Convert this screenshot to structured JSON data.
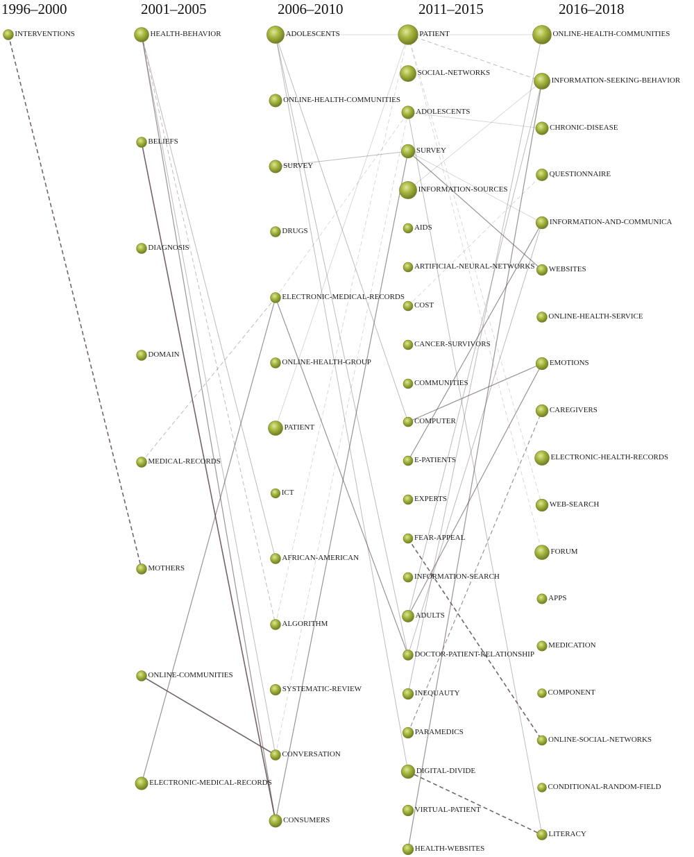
{
  "periods": [
    "1996–2000",
    "2001–2005",
    "2006–2010",
    "2011–2015",
    "2016–2018"
  ],
  "columns": [
    {
      "period": "1996–2000",
      "nodes": [
        {
          "label": "INTERVENTIONS",
          "size": 1
        }
      ]
    },
    {
      "period": "2001–2005",
      "nodes": [
        {
          "label": "HEALTH-BEHAVIOR",
          "size": 3
        },
        {
          "label": "BELIEFS",
          "size": 1
        },
        {
          "label": "DIAGNOSIS",
          "size": 1
        },
        {
          "label": "DOMAIN",
          "size": 1
        },
        {
          "label": "MEDICAL-RECORDS",
          "size": 1
        },
        {
          "label": "MOTHERS",
          "size": 1
        },
        {
          "label": "ONLINE-COMMUNITIES",
          "size": 1
        },
        {
          "label": "ELECTRONIC-MEDICAL-RECORDS",
          "size": 2
        }
      ]
    },
    {
      "period": "2006–2010",
      "nodes": [
        {
          "label": "ADOLESCENTS",
          "size": 5
        },
        {
          "label": "ONLINE-HEALTH-COMMUNITIES",
          "size": 2
        },
        {
          "label": "SURVEY",
          "size": 2
        },
        {
          "label": "DRUGS",
          "size": 1
        },
        {
          "label": "ELECTRONIC-MEDICAL-RECORDS",
          "size": 1
        },
        {
          "label": "ONLINE-HEALTH-GROUP",
          "size": 1
        },
        {
          "label": "PATIENT",
          "size": 3
        },
        {
          "label": "ICT",
          "size": 0.7
        },
        {
          "label": "AFRICAN-AMERICAN",
          "size": 1
        },
        {
          "label": "ALGORITHM",
          "size": 1
        },
        {
          "label": "SYSTEMATIC-REVIEW",
          "size": 1.2
        },
        {
          "label": "CONVERSATION",
          "size": 1
        },
        {
          "label": "CONSUMERS",
          "size": 2
        }
      ]
    },
    {
      "period": "2011–2015",
      "nodes": [
        {
          "label": "PATIENT",
          "size": 7
        },
        {
          "label": "SOCIAL-NETWORKS",
          "size": 4
        },
        {
          "label": "ADOLESCENTS",
          "size": 2
        },
        {
          "label": "SURVEY",
          "size": 2.5
        },
        {
          "label": "INFORMATION-SOURCES",
          "size": 5
        },
        {
          "label": "AIDS",
          "size": 0.8
        },
        {
          "label": "ARTIFICIAL-NEURAL-NETWORKS",
          "size": 0.8
        },
        {
          "label": "COST",
          "size": 0.8
        },
        {
          "label": "CANCER-SURVIVORS",
          "size": 0.8
        },
        {
          "label": "COMMUNITIES",
          "size": 0.8
        },
        {
          "label": "COMPUTER",
          "size": 0.8
        },
        {
          "label": "E-PATIENTS",
          "size": 0.8
        },
        {
          "label": "EXPERTS",
          "size": 0.8
        },
        {
          "label": "FEAR-APPEAL",
          "size": 0.8
        },
        {
          "label": "INFORMATION-SEARCH",
          "size": 0.8
        },
        {
          "label": "ADULTS",
          "size": 1.6
        },
        {
          "label": "DOCTOR-PATIENT-RELATIONSHIP",
          "size": 1
        },
        {
          "label": "INEQUAUTY",
          "size": 1.2
        },
        {
          "label": "PARAMEDICS",
          "size": 1.2
        },
        {
          "label": "DIGITAL-DIVIDE",
          "size": 2.5
        },
        {
          "label": "VIRTUAL-PATIENT",
          "size": 1.2
        },
        {
          "label": "HEALTH-WEBSITES",
          "size": 1.2
        }
      ]
    },
    {
      "period": "2016–2018",
      "nodes": [
        {
          "label": "ONLINE-HEALTH-COMMUNITIES",
          "size": 6
        },
        {
          "label": "INFORMATION-SEEKING-BEHAVIOR",
          "size": 4
        },
        {
          "label": "CHRONIC-DISEASE",
          "size": 2
        },
        {
          "label": "QUESTIONNAIRE",
          "size": 1.6
        },
        {
          "label": "INFORMATION-AND-COMMUNICA",
          "size": 1.8
        },
        {
          "label": "WEBSITES",
          "size": 1.2
        },
        {
          "label": "ONLINE-HEALTH-SERVICE",
          "size": 1
        },
        {
          "label": "EMOTIONS",
          "size": 1.8
        },
        {
          "label": "CAREGIVERS",
          "size": 1.8
        },
        {
          "label": "ELECTRONIC-HEALTH-RECORDS",
          "size": 3
        },
        {
          "label": "WEB-SEARCH",
          "size": 1.8
        },
        {
          "label": "FORUM",
          "size": 3
        },
        {
          "label": "APPS",
          "size": 0.9
        },
        {
          "label": "MEDICATION",
          "size": 0.9
        },
        {
          "label": "COMPONENT",
          "size": 0.6
        },
        {
          "label": "ONLINE-SOCIAL-NETWORKS",
          "size": 0.8
        },
        {
          "label": "CONDITIONAL-RANDOM-FIELD",
          "size": 0.6
        },
        {
          "label": "LITERACY",
          "size": 1
        }
      ]
    }
  ],
  "links": [
    {
      "from": [
        0,
        0
      ],
      "to": [
        1,
        5
      ],
      "style": "dashed",
      "strength": "strong"
    },
    {
      "from": [
        1,
        0
      ],
      "to": [
        2,
        12
      ],
      "style": "solid",
      "strength": "medium"
    },
    {
      "from": [
        1,
        0
      ],
      "to": [
        2,
        11
      ],
      "style": "solid",
      "strength": "light"
    },
    {
      "from": [
        1,
        0
      ],
      "to": [
        2,
        9
      ],
      "style": "dashed",
      "strength": "light"
    },
    {
      "from": [
        1,
        0
      ],
      "to": [
        2,
        8
      ],
      "style": "solid",
      "strength": "light"
    },
    {
      "from": [
        1,
        1
      ],
      "to": [
        2,
        12
      ],
      "style": "solid",
      "strength": "strong"
    },
    {
      "from": [
        1,
        4
      ],
      "to": [
        2,
        4
      ],
      "style": "dashed",
      "strength": "light"
    },
    {
      "from": [
        1,
        6
      ],
      "to": [
        2,
        11
      ],
      "style": "solid",
      "strength": "strong"
    },
    {
      "from": [
        1,
        7
      ],
      "to": [
        2,
        4
      ],
      "style": "solid",
      "strength": "medium"
    },
    {
      "from": [
        2,
        0
      ],
      "to": [
        3,
        0
      ],
      "style": "solid",
      "strength": "faint"
    },
    {
      "from": [
        2,
        0
      ],
      "to": [
        3,
        10
      ],
      "style": "solid",
      "strength": "light"
    },
    {
      "from": [
        2,
        0
      ],
      "to": [
        3,
        16
      ],
      "style": "solid",
      "strength": "light"
    },
    {
      "from": [
        2,
        0
      ],
      "to": [
        3,
        19
      ],
      "style": "solid",
      "strength": "light"
    },
    {
      "from": [
        2,
        2
      ],
      "to": [
        3,
        3
      ],
      "style": "solid",
      "strength": "light"
    },
    {
      "from": [
        2,
        4
      ],
      "to": [
        3,
        16
      ],
      "style": "solid",
      "strength": "medium"
    },
    {
      "from": [
        2,
        4
      ],
      "to": [
        3,
        2
      ],
      "style": "dashed",
      "strength": "faint"
    },
    {
      "from": [
        2,
        6
      ],
      "to": [
        3,
        0
      ],
      "style": "solid",
      "strength": "faint"
    },
    {
      "from": [
        2,
        9
      ],
      "to": [
        3,
        0
      ],
      "style": "dashed",
      "strength": "faint"
    },
    {
      "from": [
        2,
        11
      ],
      "to": [
        3,
        2
      ],
      "style": "dashed",
      "strength": "faint"
    },
    {
      "from": [
        2,
        12
      ],
      "to": [
        3,
        3
      ],
      "style": "solid",
      "strength": "medium"
    },
    {
      "from": [
        3,
        0
      ],
      "to": [
        4,
        0
      ],
      "style": "solid",
      "strength": "faint"
    },
    {
      "from": [
        3,
        0
      ],
      "to": [
        4,
        1
      ],
      "style": "dashed",
      "strength": "light"
    },
    {
      "from": [
        3,
        0
      ],
      "to": [
        4,
        10
      ],
      "style": "dashed",
      "strength": "faint"
    },
    {
      "from": [
        3,
        0
      ],
      "to": [
        4,
        11
      ],
      "style": "dashed",
      "strength": "faint"
    },
    {
      "from": [
        3,
        2
      ],
      "to": [
        4,
        2
      ],
      "style": "solid",
      "strength": "faint"
    },
    {
      "from": [
        3,
        2
      ],
      "to": [
        4,
        17
      ],
      "style": "solid",
      "strength": "light"
    },
    {
      "from": [
        3,
        3
      ],
      "to": [
        4,
        4
      ],
      "style": "solid",
      "strength": "faint"
    },
    {
      "from": [
        3,
        3
      ],
      "to": [
        4,
        5
      ],
      "style": "solid",
      "strength": "medium"
    },
    {
      "from": [
        3,
        4
      ],
      "to": [
        4,
        1
      ],
      "style": "solid",
      "strength": "faint"
    },
    {
      "from": [
        3,
        7
      ],
      "to": [
        4,
        3
      ],
      "style": "dashed",
      "strength": "faint"
    },
    {
      "from": [
        3,
        10
      ],
      "to": [
        4,
        7
      ],
      "style": "solid",
      "strength": "medium"
    },
    {
      "from": [
        3,
        11
      ],
      "to": [
        4,
        4
      ],
      "style": "solid",
      "strength": "medium"
    },
    {
      "from": [
        3,
        13
      ],
      "to": [
        4,
        15
      ],
      "style": "dashed",
      "strength": "strong"
    },
    {
      "from": [
        3,
        15
      ],
      "to": [
        4,
        7
      ],
      "style": "solid",
      "strength": "medium"
    },
    {
      "from": [
        3,
        15
      ],
      "to": [
        4,
        1
      ],
      "style": "solid",
      "strength": "light"
    },
    {
      "from": [
        3,
        16
      ],
      "to": [
        4,
        4
      ],
      "style": "solid",
      "strength": "light"
    },
    {
      "from": [
        3,
        17
      ],
      "to": [
        4,
        0
      ],
      "style": "solid",
      "strength": "light"
    },
    {
      "from": [
        3,
        18
      ],
      "to": [
        4,
        8
      ],
      "style": "dashed",
      "strength": "medium"
    },
    {
      "from": [
        3,
        19
      ],
      "to": [
        4,
        17
      ],
      "style": "dashed",
      "strength": "strong"
    },
    {
      "from": [
        3,
        21
      ],
      "to": [
        4,
        1
      ],
      "style": "solid",
      "strength": "medium"
    }
  ],
  "colors": {
    "node_fill": "#a3b23c",
    "node_dark": "#72812a",
    "node_light": "#d6e08c",
    "link": "#5a4a4a"
  }
}
